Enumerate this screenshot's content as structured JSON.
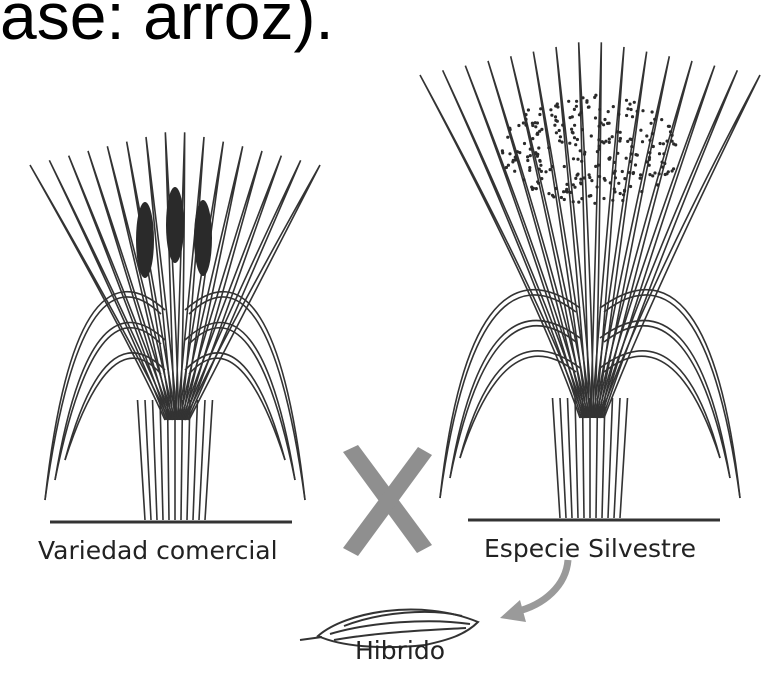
{
  "heading": "ase: arroz).",
  "labels": {
    "commercial": "Variedad comercial",
    "wild": "Especie Silvestre",
    "hybrid": "Hibrido"
  },
  "colors": {
    "line": "#333333",
    "cross": "#8f8f8f",
    "arrow": "#9a9a9a",
    "panicle": "#2a2a2a"
  },
  "icons": {
    "cross": "multiplication-x-icon",
    "arrow": "curved-arrow-icon"
  }
}
